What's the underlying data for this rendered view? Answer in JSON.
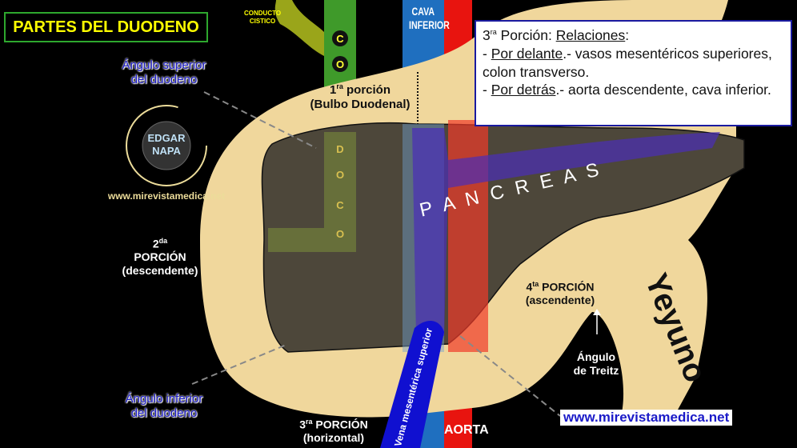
{
  "title": "PARTES DEL DUODENO",
  "conducto_cistico": [
    "CONDUCTO",
    "CISTICO"
  ],
  "coledoco_letters": [
    "C",
    "O",
    "D",
    "O",
    "C",
    "O"
  ],
  "cava": [
    "CAVA",
    "INFERIOR"
  ],
  "aorta": "AORTA",
  "info": {
    "heading_prefix": "3",
    "heading_sup": "ra",
    "heading_mid": " Porción: ",
    "heading_rel": "Relaciones",
    "heading_end": ":",
    "front_label": "Por delante",
    "front_text": ".- vasos mesentéricos superiores, colon transverso.",
    "back_label": "Por detrás",
    "back_text": ".- aorta descendente, cava inferior."
  },
  "labels": {
    "angulo_superior": [
      "Ángulo superior",
      "del duodeno"
    ],
    "primera": {
      "num": "1",
      "sup": "ra",
      "text": " porción",
      "sub": "(Bulbo Duodenal)"
    },
    "segunda": {
      "num": "2",
      "sup": "da",
      "text": "PORCIÓN",
      "sub": "(descendente)"
    },
    "tercera": {
      "num": "3",
      "sup": "ra",
      "text": " PORCIÓN",
      "sub": "(horizontal)"
    },
    "cuarta": {
      "num": "4",
      "sup": "ta",
      "text": " PORCIÓN",
      "sub": "(ascendente)"
    },
    "pancreas": "P A N C R E A S",
    "treitz": [
      "Ángulo",
      "de Treitz"
    ],
    "angulo_inferior": [
      "Ángulo inferior",
      "del duodeno"
    ],
    "vena": "Vena mesentérica superior",
    "yeyuno": "Yeyuno"
  },
  "logo": {
    "center": [
      "EDGAR",
      "NAPA"
    ],
    "ring": "www.mirevistamedica.net"
  },
  "website": "www.mirevistamedica.net",
  "colors": {
    "duodeno": "#f0d79c",
    "pancreas": "#4d473a",
    "cava": "#1f6fbf",
    "aorta": "#e8140f",
    "vena": "#1010d0",
    "coledoco": "#3f9a2a",
    "title_border": "#2ea82e"
  }
}
